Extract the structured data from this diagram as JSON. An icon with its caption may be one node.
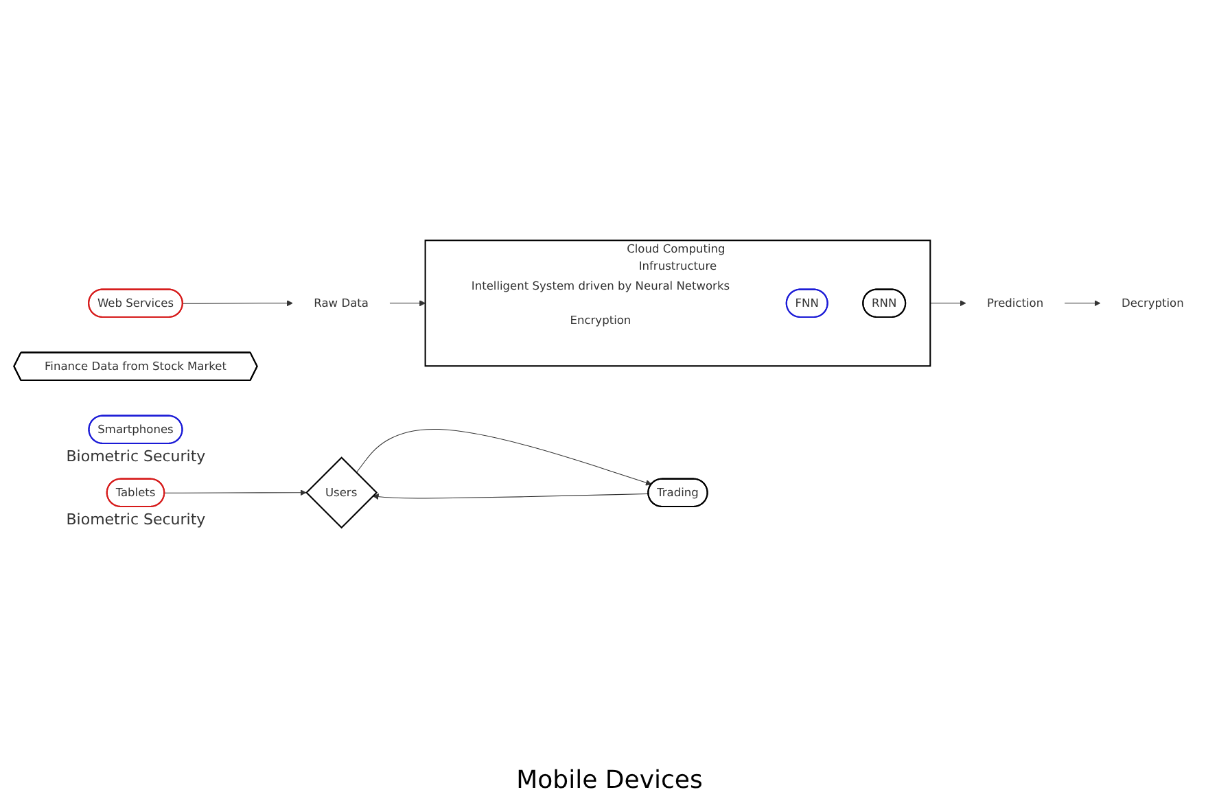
{
  "diagram": {
    "nodes": [
      {
        "text": [
          "Cloud Computing Infrustructure",
          "Intelligent System driven by Neural Networks",
          "Encryption"
        ]
      },
      {
        "text": [
          "FNN"
        ],
        "in": 0
      },
      {
        "text": [
          "RNN"
        ],
        "in": 0
      },
      {
        "text": [
          "Web Services"
        ]
      },
      {
        "text": [
          "Finance Data from Stock Market"
        ]
      },
      {
        "text": [
          "Raw Data"
        ]
      },
      {
        "text": [
          "Prediction"
        ]
      },
      {
        "text": [
          "Decryption"
        ]
      },
      {
        "text": [
          "Smartphones"
        ],
        "beside": [
          "Biometric Security"
        ]
      },
      {
        "text": [
          "Tablets"
        ],
        "beside": [
          "Biometric Security"
        ]
      },
      {
        "text": [
          "Trading"
        ]
      },
      {
        "text": [
          "Users"
        ]
      }
    ],
    "edges": [
      {
        "from": 3,
        "to": 5,
        "arrow": "to"
      },
      {
        "from": 5,
        "to": 0,
        "arrow": "to"
      },
      {
        "from": 0,
        "to": 6,
        "arrow": "to"
      },
      {
        "from": 6,
        "to": 7,
        "arrow": "to"
      },
      {
        "from": 11,
        "to": 10,
        "arrow": "to"
      },
      {
        "from": 10,
        "to": 11,
        "arrow": "to"
      },
      {
        "from": 9,
        "to": 11,
        "arrow": "to"
      }
    ],
    "labels": [
      "Mobile Devices"
    ]
  }
}
